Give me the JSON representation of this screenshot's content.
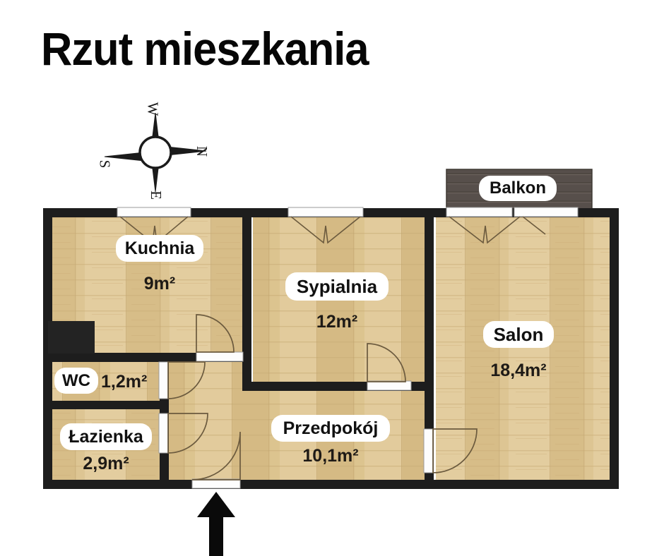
{
  "page": {
    "title": "Rzut mieszkania",
    "background_color": "#ffffff",
    "text_color": "#060606"
  },
  "compass": {
    "name": "compass-rose",
    "rotation_note": "rotated ~90 degrees clockwise",
    "letters": [
      {
        "label": "W",
        "position": "top"
      },
      {
        "label": "N",
        "position": "right"
      },
      {
        "label": "E",
        "position": "bottom"
      },
      {
        "label": "S",
        "position": "left"
      }
    ]
  },
  "floorplan": {
    "wall_color": "#1d1d1d",
    "floor_color": "#dfc896",
    "balcony_color": "#564e4a",
    "window_color": "#ffffff",
    "door_arc_color": "#6b5a3e",
    "entrance_arrow": {
      "label": "entrance-arrow",
      "direction": "up"
    },
    "rooms": [
      {
        "key": "kuchnia",
        "name": "Kuchnia",
        "area": "9m²"
      },
      {
        "key": "sypialnia",
        "name": "Sypialnia",
        "area": "12m²"
      },
      {
        "key": "salon",
        "name": "Salon",
        "area": "18,4m²"
      },
      {
        "key": "wc",
        "name": "WC",
        "area": "1,2m²"
      },
      {
        "key": "lazienka",
        "name": "Łazienka",
        "area": "2,9m²"
      },
      {
        "key": "przedpokoj",
        "name": "Przedpokój",
        "area": "10,1m²"
      },
      {
        "key": "balkon",
        "name": "Balkon",
        "area": ""
      }
    ]
  }
}
